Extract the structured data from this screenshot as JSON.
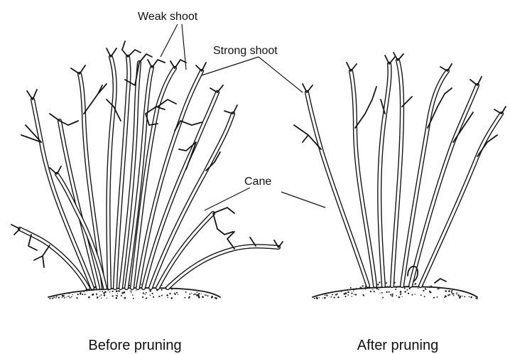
{
  "labels": {
    "weak_shoot": "Weak shoot",
    "strong_shoot": "Strong shoot",
    "cane": "Cane"
  },
  "captions": {
    "before": "Before pruning",
    "after": "After pruning"
  },
  "colors": {
    "ink": "#161616",
    "background": "#ffffff"
  }
}
